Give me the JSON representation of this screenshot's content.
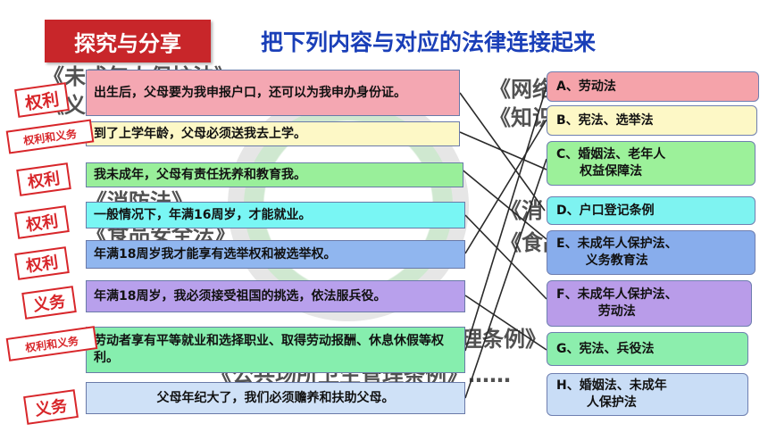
{
  "header": {
    "badge": "探究与分享",
    "title": "把下列内容与对应的法律连接起来"
  },
  "background_text": [
    "《未成年人保护法》",
    "《义务",
    "《网络",
    "《知识产权法》",
    "《消防法》",
    "《食品安全法》",
    "《消",
    "《食品安全法》",
    "《道路交通安全法》《计划生育管理条例》",
    "《公共场所卫生管理条例》……"
  ],
  "statements": [
    {
      "text": "出生后，父母要为我申报户口，还可以为我申办身份证。",
      "color": "#f4a7b2"
    },
    {
      "text": "到了上学年龄，父母必须送我去上学。",
      "color": "#fdf8c6"
    },
    {
      "text": "我未成年，父母有责任抚养和教育我。",
      "color": "#99ef9a"
    },
    {
      "text": "一般情况下，年满16周岁，才能就业。",
      "color": "#79f6f4"
    },
    {
      "text": "年满18周岁我才能享有选举权和被选举权。",
      "color": "#90b6ef"
    },
    {
      "text": "年满18周岁，我必须接受祖国的挑选，依法服兵役。",
      "color": "#b8a0ec"
    },
    {
      "text": "劳动者享有平等就业和选择职业、取得劳动报酬、休息休假等权利。",
      "color": "#86eeae"
    },
    {
      "text": "父母年纪大了，我们必须赡养和扶助父母。",
      "color": "#cfe1f7"
    }
  ],
  "laws": [
    {
      "text": "A、劳动法",
      "color": "#f5a3aa"
    },
    {
      "text": "B、宪法、选举法",
      "color": "#fdf8c6"
    },
    {
      "text": "C、婚姻法、老年人\n权益保障法",
      "color": "#9cf19a"
    },
    {
      "text": "D、户口登记条例",
      "color": "#7ef3f1"
    },
    {
      "text": "E、未成年人保护法、\n义务教育法",
      "color": "#88adec"
    },
    {
      "text": "F、未成年人保护法、\n劳动法",
      "color": "#b99ce9"
    },
    {
      "text": "G、宪法、兵役法",
      "color": "#8ceead"
    },
    {
      "text": "H、婚姻法、未成年\n人保护法",
      "color": "#c9ddf6"
    }
  ],
  "stamps": [
    "权利",
    "权利和义务",
    "权利",
    "权利",
    "权利",
    "义务",
    "权利和义务",
    "义务"
  ],
  "colors": {
    "badge": "#c8262a",
    "title": "#1a3fb8",
    "stamp": "#d8262a",
    "line": "#2a2a2a"
  }
}
